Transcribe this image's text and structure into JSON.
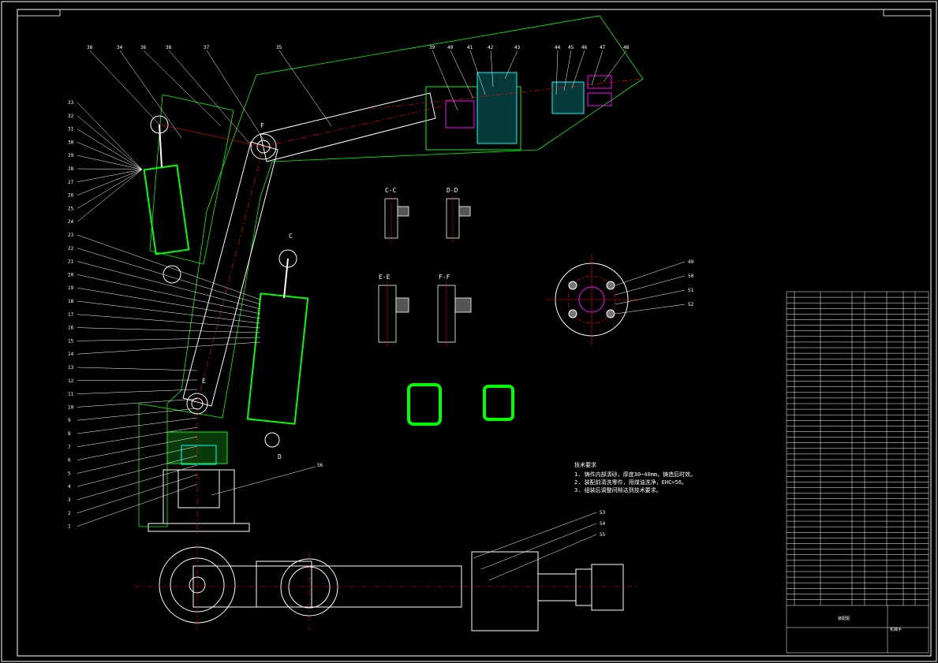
{
  "drawing": {
    "left_callouts": [
      "33",
      "32",
      "31",
      "30",
      "29",
      "28",
      "27",
      "26",
      "25",
      "24",
      "23",
      "22",
      "21",
      "20",
      "19",
      "18",
      "17",
      "16",
      "15",
      "14",
      "13",
      "12",
      "11",
      "10",
      "9",
      "8",
      "7",
      "6",
      "5",
      "4",
      "3",
      "2",
      "1"
    ],
    "top_callouts": [
      "38",
      "34",
      "36",
      "38",
      "37",
      "35",
      "39",
      "40",
      "41",
      "42",
      "43",
      "44",
      "45",
      "46",
      "47",
      "48"
    ],
    "section_labels": [
      "C-C",
      "D-D",
      "E-E",
      "F-F"
    ],
    "marks": [
      "C",
      "D",
      "E",
      "F"
    ],
    "right_callouts": [
      "49",
      "50",
      "51",
      "52"
    ],
    "bottom_callouts": [
      "53",
      "54",
      "55"
    ],
    "base_callout": "56",
    "notes_title": "技术要求",
    "notes": [
      "1. 铸件内部清砂，厚度30~40mm，铸造后时效。",
      "2. 装配前清洗零件，用煤油洗净，EHC=56。",
      "3. 组装后调整间隙达到技术要求。"
    ]
  },
  "title_block": {
    "drawing_name": "装配图",
    "product": "机械手"
  },
  "colors": {
    "background": "#000000",
    "outline": "#ffffff",
    "center_line": "#ff0000",
    "section": "#00ff00",
    "hatch_cyan": "#00ffff",
    "hatch_magenta": "#ff00ff"
  }
}
